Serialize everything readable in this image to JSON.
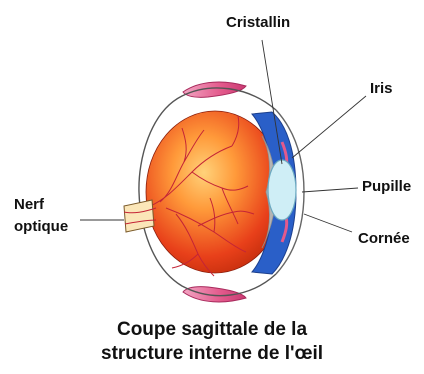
{
  "labels": {
    "cristallin": "Cristallin",
    "iris": "Iris",
    "pupille": "Pupille",
    "cornee": "Cornée",
    "nerf_line1": "Nerf",
    "nerf_line2": "optique"
  },
  "caption": {
    "line1": "Coupe sagittale de la",
    "line2": "structure interne de l'œil"
  },
  "colors": {
    "eyeball": "#e8401a",
    "eyeball_highlight": "#ffb24a",
    "vessels": "#c42436",
    "iris_blue": "#2a5fc8",
    "lens": "#cfeef6",
    "muscles": "#e35a8c",
    "sclera_outline": "#555555"
  }
}
